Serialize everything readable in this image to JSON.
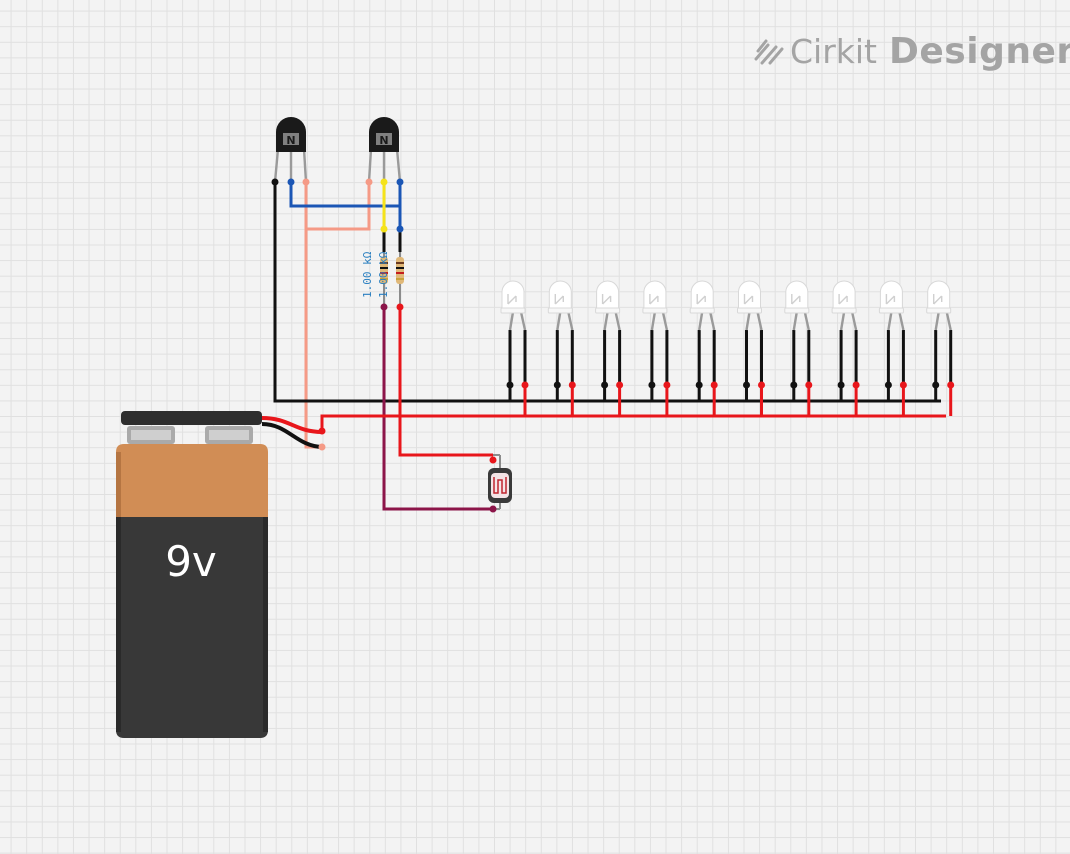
{
  "brand": {
    "name_part1": "Cirkit",
    "name_part2": "Designer",
    "logo_icon": "cirkit-logo-icon"
  },
  "battery": {
    "label": "9v",
    "top_color": "#d18d55",
    "body_color": "#383838"
  },
  "transistors": [
    {
      "label": "N",
      "id": "transistor-1"
    },
    {
      "label": "N",
      "id": "transistor-2"
    }
  ],
  "resistors": [
    {
      "label": "1.00 kΩ",
      "id": "resistor-1"
    },
    {
      "label": "1.00 kΩ",
      "id": "resistor-2"
    }
  ],
  "leds": {
    "count": 10,
    "color": "#ffffff"
  },
  "wire_colors": {
    "ground": "#111111",
    "positive": "#e8161b",
    "blue": "#1b56b5",
    "salmon": "#f59a86",
    "yellow": "#f5e31a",
    "maroon": "#8c1549"
  },
  "components": {
    "photoresistor": "ldr-sensor"
  }
}
